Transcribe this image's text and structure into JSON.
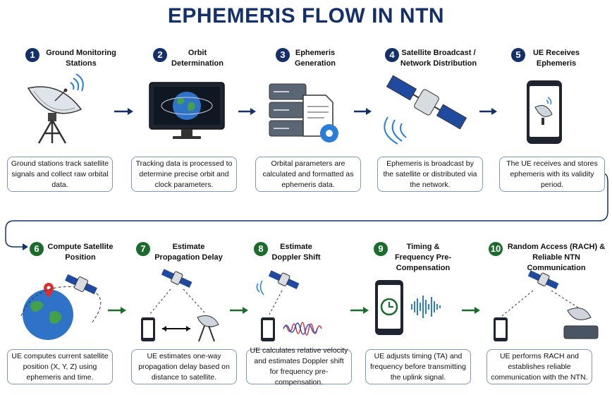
{
  "title": "EPHEMERIS FLOW IN NTN",
  "steps": [
    {
      "number": "1",
      "title": "Ground Monitoring Stations",
      "description": "Ground stations track satellite signals and collect raw orbital data."
    },
    {
      "number": "2",
      "title": "Orbit Determination",
      "description": "Tracking data is processed to determine precise orbit and clock parameters."
    },
    {
      "number": "3",
      "title": "Ephemeris Generation",
      "description": "Orbital parameters are calculated and formatted as ephemeris data."
    },
    {
      "number": "4",
      "title": "Satellite Broadcast / Network Distribution",
      "description": "Ephemeris is broadcast by the satellite or distributed via the network."
    },
    {
      "number": "5",
      "title": "UE Receives Ephemeris",
      "description": "The UE receives and stores ephemeris with its validity period."
    },
    {
      "number": "6",
      "title": "Compute Satellite Position",
      "description": "UE computes current satellite position (X, Y, Z) using ephemeris and time."
    },
    {
      "number": "7",
      "title": "Estimate Propagation Delay",
      "description": "UE estimates one-way propagation delay based on distance to satellite."
    },
    {
      "number": "8",
      "title": "Estimate Doppler Shift",
      "description": "UE calculates relative velocity and estimates Doppler shift for frequency pre-compensation."
    },
    {
      "number": "9",
      "title": "Timing & Frequency Pre-Compensation",
      "description": "UE adjusts timing (TA) and frequency before transmitting the uplink signal."
    },
    {
      "number": "10",
      "title": "Random Access (RACH) & Reliable NTN Communication",
      "description": "UE performs RACH and establishes reliable communication with the NTN."
    }
  ],
  "colors": {
    "navy": "#14306b",
    "green": "#1b6b2c",
    "border": "#7e97c4"
  },
  "icons": [
    "satellite-dish-icon",
    "monitor-earth-icon",
    "server-document-gear-icon",
    "satellite-broadcast-icon",
    "smartphone-dish-icon",
    "earth-satellite-icon",
    "phone-delay-icon",
    "doppler-wave-icon",
    "phone-clock-wave-icon",
    "phone-dish-rach-icon"
  ]
}
